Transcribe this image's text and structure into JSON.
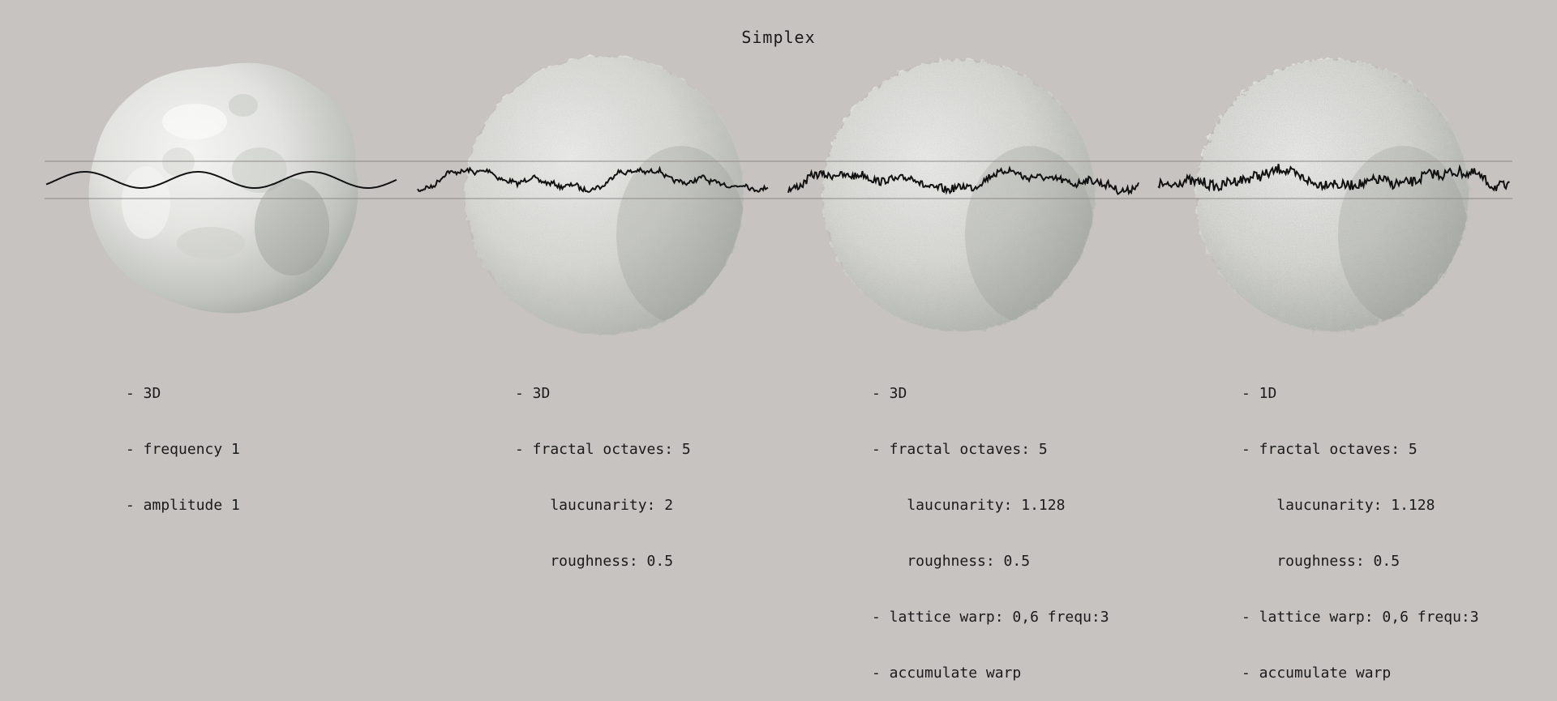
{
  "title": "Simplex",
  "colors": {
    "background": "#c7c3c1",
    "ink": "#1a1a1a",
    "guide": "#8e8a88"
  },
  "panels": [
    {
      "id": "panel-1",
      "caption": [
        "- 3D",
        "- frequency 1",
        "- amplitude 1"
      ]
    },
    {
      "id": "panel-2",
      "caption": [
        "- 3D",
        "- fractal octaves: 5",
        "    laucunarity: 2",
        "    roughness: 0.5"
      ]
    },
    {
      "id": "panel-3",
      "caption": [
        "- 3D",
        "- fractal octaves: 5",
        "    laucunarity: 1.128",
        "    roughness: 0.5",
        "- lattice warp: 0,6 frequ:3",
        "- accumulate warp"
      ]
    },
    {
      "id": "panel-4",
      "caption": [
        "- 1D",
        "- fractal octaves: 5",
        "    laucunarity: 1.128",
        "    roughness: 0.5",
        "- lattice warp: 0,6 frequ:3",
        "- accumulate warp"
      ]
    }
  ]
}
